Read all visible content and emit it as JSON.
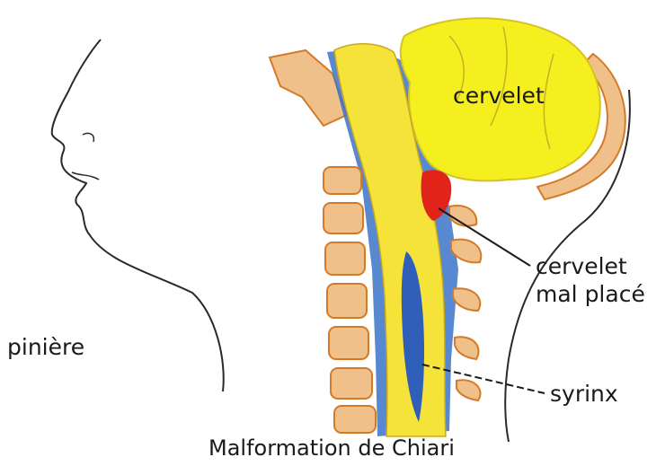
{
  "labels": {
    "cerebellum": "cervelet",
    "displaced_cerebellum_line1": "cervelet",
    "displaced_cerebellum_line2": "mal placé",
    "syrinx": "syrinx",
    "spinal": "pinière",
    "caption": "Malformation de Chiari"
  },
  "colors": {
    "cerebellum": "#f5ef1f",
    "spinal_cord": "#f6e33a",
    "csf": "#3b74c8",
    "vertebrae": "#f0c08a",
    "vertebrae_outline": "#d47a28",
    "herniation": "#e2231a",
    "outline": "#2a2a2a"
  }
}
